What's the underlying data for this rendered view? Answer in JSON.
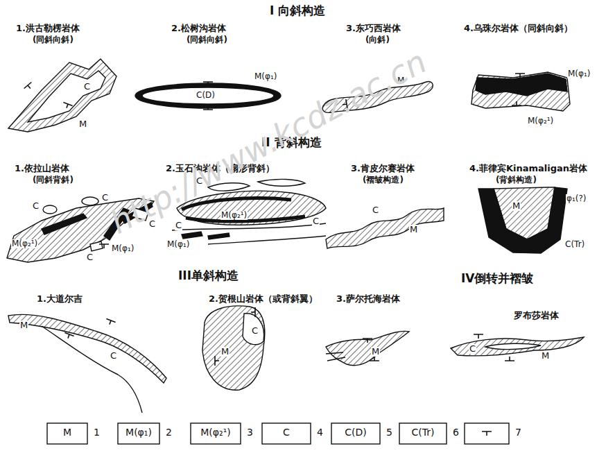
{
  "diagram": {
    "labels": [
      "I 向斜构造",
      "1.洪古勒楞岩体",
      "(同斜向斜)",
      "C",
      "M",
      "2.松树沟岩体",
      "(同斜向斜)",
      "M(φ₁)",
      "C(D)",
      "3.东巧西岩体",
      "(向斜)",
      "M",
      "4.乌珠尔岩体（同斜向斜）",
      "M(φ₁)",
      "M(φ₂¹)",
      "II 背斜构造",
      "1.依拉山岩体",
      "(同斜背斜)",
      "C",
      "C",
      "C",
      "C",
      "M(φ₂¹)",
      "M(φ₁)",
      "2.玉石沟岩体（扇形背斜）",
      "C",
      "C",
      "C",
      "M(φ₂¹)",
      "M(φ₁)",
      "3.肯皮尔赛岩体",
      "(褶皱构造)",
      "C",
      "M",
      "4.菲律宾Kinamaligan岩体",
      "(背斜构造)",
      "M",
      "φ₁(?)",
      "C(Tr)",
      "III单斜构造",
      "1.大道尔吉",
      "M",
      "C",
      "2.贺根山岩体（或背斜翼）",
      "M",
      "C",
      "3.萨尔托海岩体",
      "M",
      "IV倒转并褶皱",
      "罗布莎岩体",
      "C",
      "M",
      "M",
      "M(φ₁)",
      "M(φ₂¹)",
      "C",
      "C(D)",
      "C(Tr)",
      "http://www.kcdz.ac.cn"
    ],
    "legend": [
      {
        "text": "1"
      },
      {
        "text": "2"
      },
      {
        "text": "3"
      },
      {
        "text": "4"
      },
      {
        "text": "5"
      },
      {
        "text": "6"
      },
      {
        "text": "7"
      }
    ]
  }
}
